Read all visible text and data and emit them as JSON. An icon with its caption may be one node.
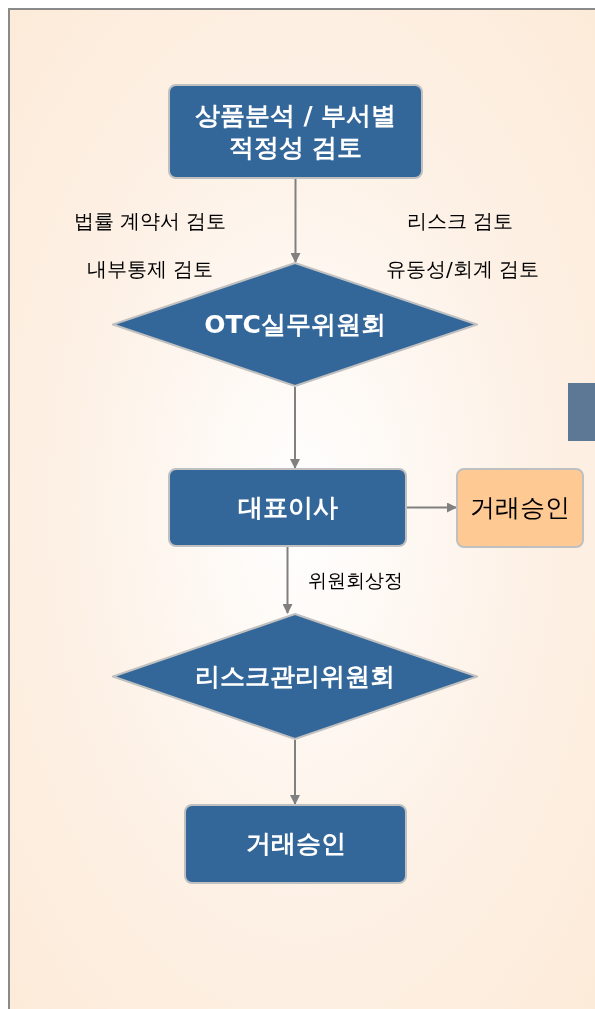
{
  "diagram": {
    "nodes": [
      {
        "text": [
          "상품분석 / 부서별 적정성 검토"
        ]
      },
      {
        "text": [
          "OTC실무위원회"
        ]
      },
      {
        "text": [
          "대표이사"
        ]
      },
      {
        "text": [
          "거래승인"
        ]
      },
      {
        "text": [
          "리스크관리위원회"
        ]
      },
      {
        "text": [
          "거래승인"
        ]
      }
    ],
    "edges": [
      {
        "from": 0,
        "to": 1,
        "arrow": "to"
      },
      {
        "from": 1,
        "to": 2,
        "arrow": "to"
      },
      {
        "from": 2,
        "to": 3,
        "arrow": "to"
      },
      {
        "from": 2,
        "to": 4,
        "arrow": "to",
        "label": "위원회상정"
      },
      {
        "from": 4,
        "to": 5,
        "arrow": "to"
      }
    ],
    "labels": [
      "법률 계약서 검토",
      "리스크 검토",
      "내부통제 검토",
      "유동성/회계 검토"
    ]
  }
}
